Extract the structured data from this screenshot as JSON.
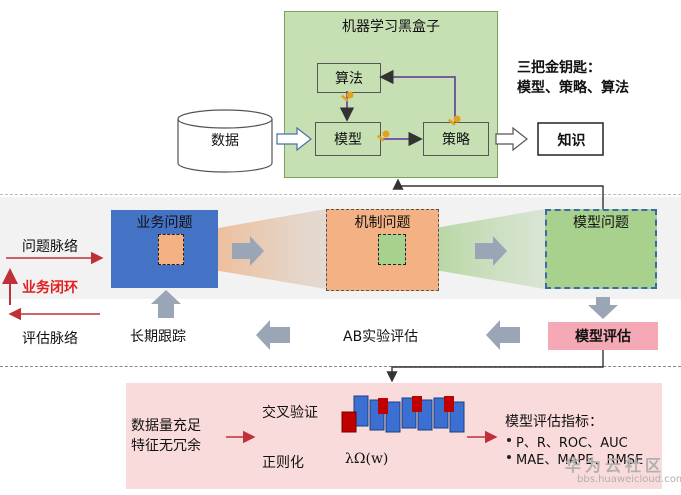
{
  "blackbox": {
    "title": "机器学习黑盒子",
    "algorithm": "算法",
    "model": "模型",
    "strategy": "策略"
  },
  "data_label": "数据",
  "knowledge_label": "知识",
  "keys_note": {
    "line1": "三把金钥匙：",
    "line2": "模型、策略、算法"
  },
  "middle": {
    "business_problem": "业务问题",
    "mechanism_problem": "机制问题",
    "model_problem": "模型问题",
    "problem_context": "问题脉络",
    "business_loop": "业务闭环",
    "eval_context": "评估脉络",
    "long_term_tracking": "长期跟踪",
    "ab_eval": "AB实验评估",
    "model_eval": "模型评估"
  },
  "bottom": {
    "data_sufficient": "数据量充足",
    "no_redundant_features": "特征无冗余",
    "cross_validation": "交叉验证",
    "regularization": "正则化",
    "reg_formula": "λΩ(w)",
    "metrics_title": "模型评估指标：",
    "metrics_1": "P、R、ROC、AUC",
    "metrics_2": "MAE、MAPE、RMSE"
  },
  "watermark": {
    "brand": "华为云社区",
    "url": "bbs.huaweicloud.com"
  },
  "colors": {
    "green_box": "#c6e0b4",
    "blue_box": "#4472c4",
    "orange_box": "#f4b183",
    "green_model": "#a9d18e",
    "pink_eval": "#f4a9b4",
    "red_text": "#e02020"
  }
}
